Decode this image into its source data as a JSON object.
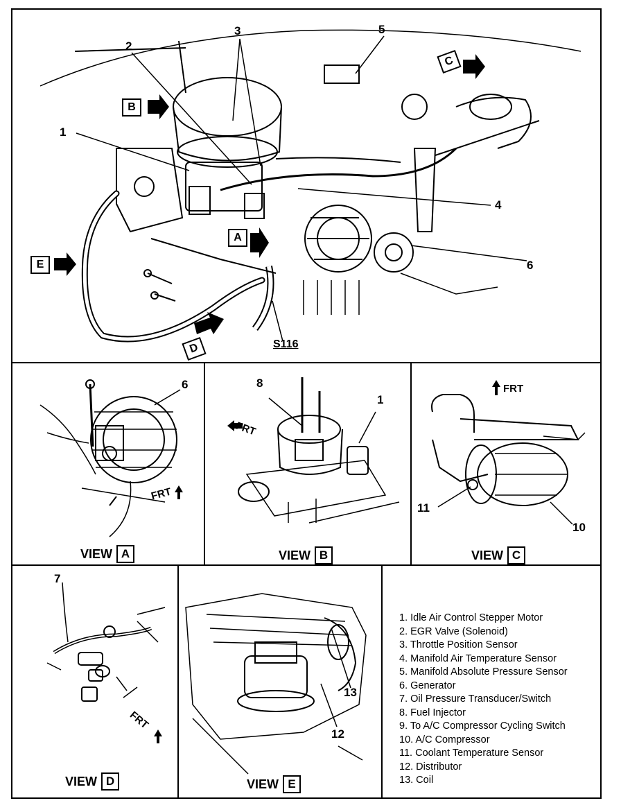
{
  "main_view": {
    "callouts": [
      "1",
      "2",
      "3",
      "4",
      "5",
      "6"
    ],
    "direction_labels": [
      "A",
      "B",
      "C",
      "D",
      "E"
    ],
    "splice_label": "S116"
  },
  "view_a": {
    "title": "VIEW",
    "letter": "A",
    "callouts": [
      "6"
    ],
    "frt": "FRT"
  },
  "view_b": {
    "title": "VIEW",
    "letter": "B",
    "callouts": [
      "8",
      "1"
    ],
    "frt": "FRT"
  },
  "view_c": {
    "title": "VIEW",
    "letter": "C",
    "callouts": [
      "11",
      "10"
    ],
    "frt": "FRT"
  },
  "view_d": {
    "title": "VIEW",
    "letter": "D",
    "callouts": [
      "7"
    ],
    "frt": "FRT"
  },
  "view_e": {
    "title": "VIEW",
    "letter": "E",
    "callouts": [
      "13",
      "12"
    ]
  },
  "legend": [
    "1.  Idle Air Control Stepper Motor",
    "2.  EGR Valve (Solenoid)",
    "3.  Throttle Position Sensor",
    "4.  Manifold Air Temperature Sensor",
    "5.  Manifold Absolute Pressure Sensor",
    "6.  Generator",
    "7.  Oil Pressure Transducer/Switch",
    "8.  Fuel Injector",
    "9.  To A/C Compressor Cycling Switch",
    "10. A/C Compressor",
    "11. Coolant Temperature Sensor",
    "12. Distributor",
    "13. Coil"
  ]
}
